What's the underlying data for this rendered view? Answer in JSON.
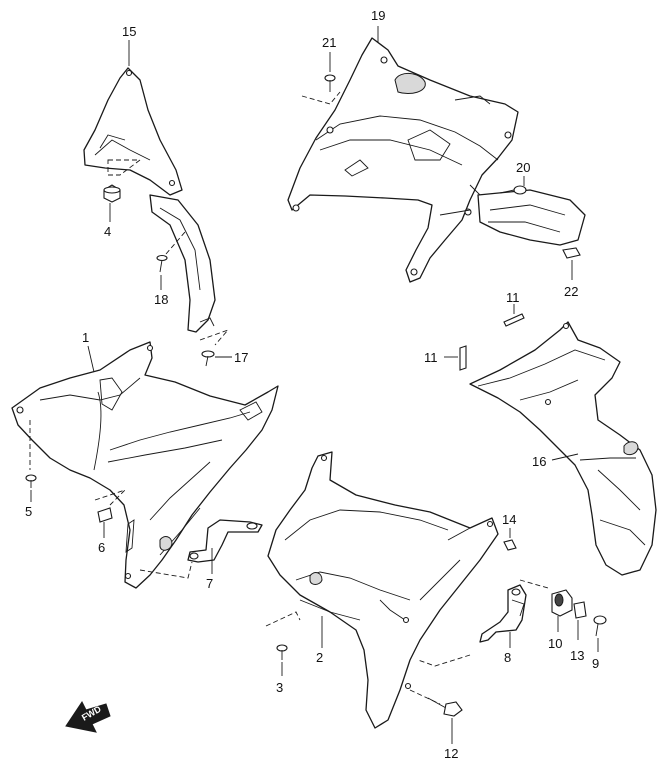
{
  "callouts": {
    "c1": "1",
    "c2": "2",
    "c3": "3",
    "c4": "4",
    "c5": "5",
    "c6": "6",
    "c7": "7",
    "c8": "8",
    "c9": "9",
    "c10": "10",
    "c11a": "11",
    "c11b": "11",
    "c12": "12",
    "c13": "13",
    "c14": "14",
    "c15": "15",
    "c16": "16",
    "c17": "17",
    "c18": "18",
    "c19": "19",
    "c20": "20",
    "c21": "21",
    "c22": "22"
  },
  "fwd_label": "FWD",
  "colors": {
    "line": "#1a1a1a",
    "background": "#ffffff",
    "shade": "#d9d9d9"
  }
}
